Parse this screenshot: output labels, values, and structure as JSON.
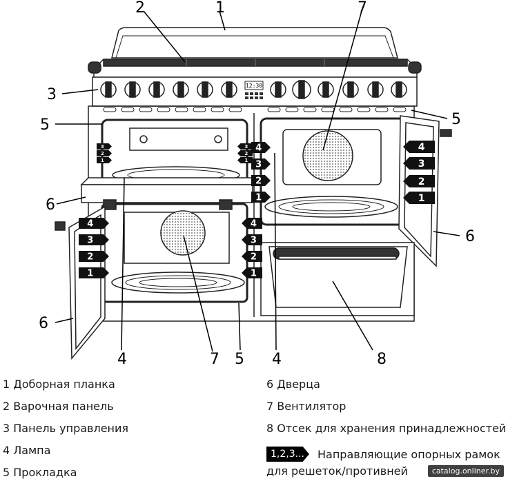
{
  "callouts": {
    "c1": "1",
    "c2": "2",
    "c3": "3",
    "c4a": "4",
    "c4b": "4",
    "c5a": "5",
    "c5b": "5",
    "c5c": "5",
    "c6a": "6",
    "c6b": "6",
    "c6c": "6",
    "c7a": "7",
    "c7b": "7",
    "c8": "8"
  },
  "shelf_labels": [
    "1",
    "2",
    "3",
    "4"
  ],
  "legend": {
    "items": [
      "1 Доборная планка",
      "2 Варочная панель",
      "3 Панель управления",
      "4 Лампа",
      "5 Прокладка",
      "6 Дверца",
      "7 Вентилятор",
      "8 Отсек для хранения принадлежностей"
    ],
    "badge": "1,2,3...",
    "guide_line1": "Направляющие опорных рамок",
    "guide_line2": "для решеток/противней"
  },
  "display_time": "12:30",
  "watermark": "catalog.onliner.by"
}
